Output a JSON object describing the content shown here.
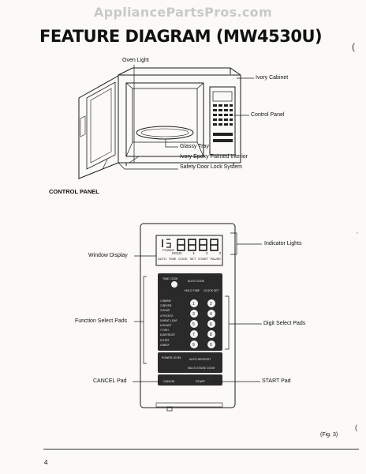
{
  "watermark": "AppliancePartsPros.com",
  "title": "FEATURE DIAGRAM (MW4530U)",
  "section_title": "CONTROL PANEL",
  "microwave_labels": {
    "oven_light": "Oven Light",
    "ivory_cabinet": "Ivory Cabinet",
    "control_panel": "Control Panel",
    "glassy_tray": "Glassy Tray",
    "ivory_epoxy": "Ivory Epoxy Painted Interior",
    "safety_door": "Safety Door Lock System"
  },
  "panel_labels": {
    "window_display": "Window Display",
    "indicator_lights": "Indicator Lights",
    "function_select": "Function Select Pads",
    "digit_select": "Digit Select Pads",
    "cancel_pad": "CANCEL Pad",
    "start_pad": "START Pad"
  },
  "display": {
    "power_label": "POWER",
    "indicators_row1": [
      "HOLD",
      "1",
      "2",
      "3"
    ],
    "indicators_row2": [
      "AUTO",
      "TIME",
      "COOK",
      "SET",
      "START",
      "PAUSE"
    ]
  },
  "pads": {
    "time_cook": "TIME COOK",
    "auto_cook": "AUTO COOK",
    "hold_time": "HOLD TIME",
    "clock": "CLOCK SET",
    "func_list": [
      "1.WARM",
      "2.BEVER.",
      "3.SOUP",
      "4.POTATO",
      "5.MEAT LOAF",
      "6.ROAST",
      "7.FISH",
      "8.DEFROST",
      "9.STRT",
      "0.BEEF"
    ],
    "digits": [
      "1",
      "2",
      "3",
      "4",
      "5",
      "6",
      "7",
      "8",
      "9",
      "0"
    ],
    "power_level": "POWER LEVEL",
    "auto_defrost": "AUTO DEFROST",
    "multi": "MULTI-STAGE COOK",
    "cancel": "CANCEL",
    "start": "START"
  },
  "fig_ref": "(Fig. 3)",
  "page_number": "4"
}
